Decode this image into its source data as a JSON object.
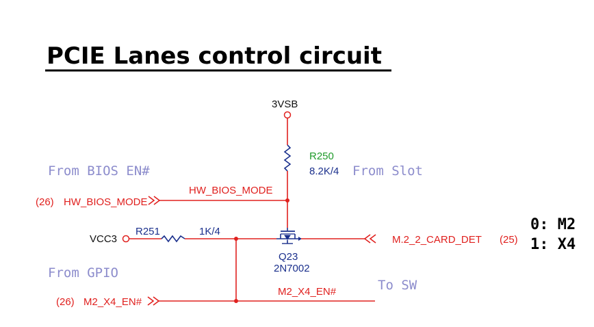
{
  "title": "PCIE Lanes control circuit",
  "notes": {
    "from_bios": "From BIOS EN#",
    "from_slot": "From Slot",
    "from_gpio": "From GPIO",
    "to_sw": "To SW"
  },
  "power": {
    "label": "3VSB"
  },
  "r250": {
    "ref": "R250",
    "value": "8.2K/4"
  },
  "r251": {
    "ref": "R251",
    "value": "1K/4"
  },
  "vcc": {
    "label": "VCC3"
  },
  "q23": {
    "ref": "Q23",
    "part": "2N7002"
  },
  "ports": {
    "hw_bios_in": {
      "page": "(26)",
      "name": "HW_BIOS_MODE"
    },
    "m2_x4_in": {
      "page": "(26)",
      "name": "M2_X4_EN#"
    },
    "card_det": {
      "name": "M.2_2_CARD_DET",
      "page": "(25)"
    }
  },
  "nets": {
    "hw_bios_mode": "HW_BIOS_MODE",
    "m2_x4_en": "M2_X4_EN#"
  },
  "mode_legend": {
    "line0": "0: M2",
    "line1": "1: X4"
  }
}
